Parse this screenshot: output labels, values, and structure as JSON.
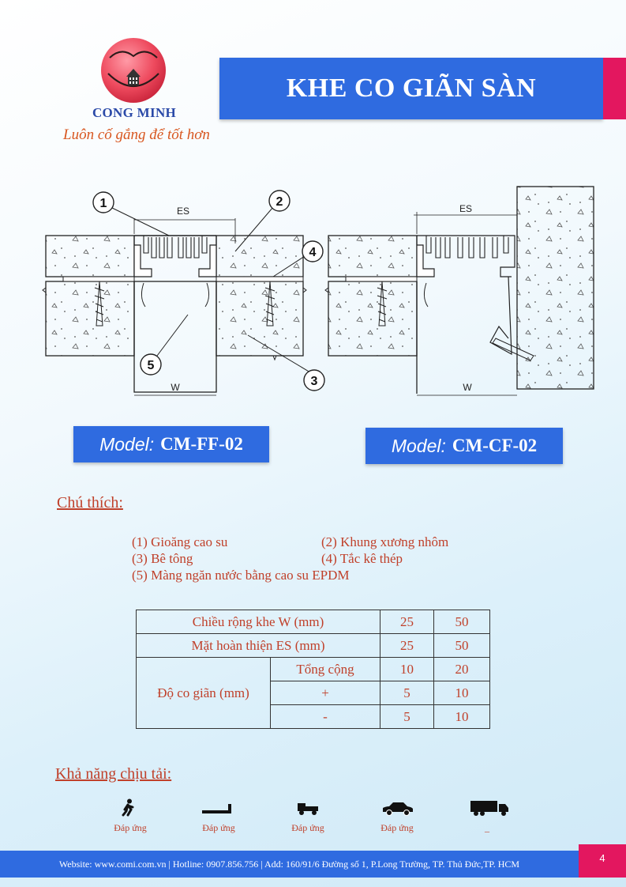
{
  "brand": {
    "name": "CONG MINH",
    "slogan": "Luôn cố gắng để tốt hơn",
    "colors": {
      "blue": "#2f6be0",
      "pink": "#e3175f",
      "text": "#c0402a"
    }
  },
  "header": {
    "title": "KHE CO GIÃN SÀN"
  },
  "drawings": {
    "ff": {
      "es_label": "ES",
      "w_label": "W",
      "callouts": [
        "1",
        "2",
        "3",
        "4",
        "5"
      ]
    },
    "cf": {
      "es_label": "ES",
      "w_label": "W"
    }
  },
  "models": [
    {
      "prefix": "Model:",
      "code": "CM-FF-02"
    },
    {
      "prefix": "Model:",
      "code": "CM-CF-02"
    }
  ],
  "legend": {
    "heading": "Chú thích:",
    "items": [
      "(1) Gioăng cao su",
      "(2) Khung xương nhôm",
      "(3) Bê tông",
      "(4) Tắc kê thép",
      "(5) Màng ngăn nước bằng cao su EPDM"
    ]
  },
  "spec_table": {
    "width_label": "Chiều rộng khe W (mm)",
    "width_values": [
      "25",
      "50"
    ],
    "es_label": "Mặt hoàn thiện ES (mm)",
    "es_values": [
      "25",
      "50"
    ],
    "movement_label": "Độ co giãn (mm)",
    "movement_rows": [
      {
        "label": "Tổng cộng",
        "values": [
          "10",
          "20"
        ]
      },
      {
        "label": "+",
        "values": [
          "5",
          "10"
        ]
      },
      {
        "label": "-",
        "values": [
          "5",
          "10"
        ]
      }
    ]
  },
  "load_capacity": {
    "heading": "Khả năng chịu tải:",
    "items": [
      {
        "icon": "pedestrian-icon",
        "label": "Đáp ứng"
      },
      {
        "icon": "forklift-icon",
        "label": "Đáp ứng"
      },
      {
        "icon": "light-truck-icon",
        "label": "Đáp ứng"
      },
      {
        "icon": "car-icon",
        "label": "Đáp ứng"
      },
      {
        "icon": "heavy-truck-icon",
        "label": "_"
      }
    ]
  },
  "footer": {
    "text": "Website: www.comi.com.vn | Hotline: 0907.856.756 | Add: 160/91/6 Đường số 1, P.Long Trường, TP. Thủ Đức,TP. HCM",
    "page_number": "4"
  }
}
